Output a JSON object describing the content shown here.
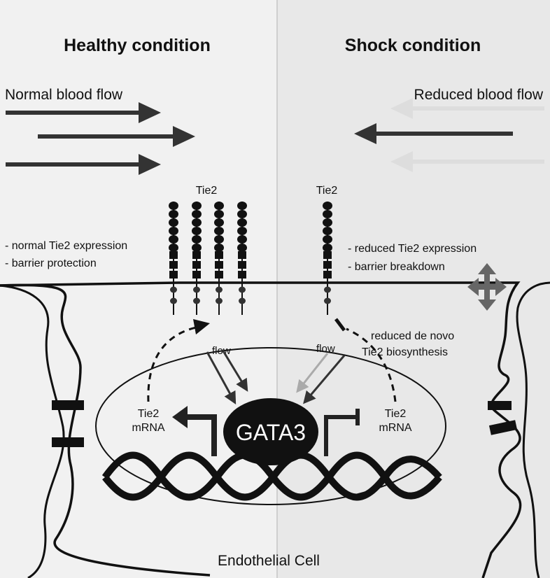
{
  "panels": {
    "left_title": "Healthy condition",
    "right_title": "Shock condition"
  },
  "flow": {
    "left_label": "Normal blood flow",
    "right_label": "Reduced blood flow"
  },
  "receptor": {
    "left_label": "Tie2",
    "right_label": "Tie2"
  },
  "effects": {
    "left_line1": "- normal Tie2 expression",
    "left_line2": "- barrier protection",
    "right_line1": "- reduced Tie2 expression",
    "right_line2": "- barrier breakdown"
  },
  "nucleus": {
    "flow_left": "flow",
    "flow_right": "flow",
    "factor": "GATA3",
    "mrna_left_line1": "Tie2",
    "mrna_left_line2": "mRNA",
    "mrna_right_line1": "Tie2",
    "mrna_right_line2": "mRNA"
  },
  "biosynthesis": {
    "line1": "reduced de novo",
    "line2": "Tie2 biosynthesis"
  },
  "cell_label": "Endothelial Cell",
  "colors": {
    "left_bg": "#f1f1f1",
    "right_bg": "#e8e8e8",
    "dark": "#222222",
    "arrow_dark": "#333333",
    "arrow_faint": "#dddddd",
    "arrow_grey": "#aaaaaa",
    "gap_arrow": "#666666"
  }
}
